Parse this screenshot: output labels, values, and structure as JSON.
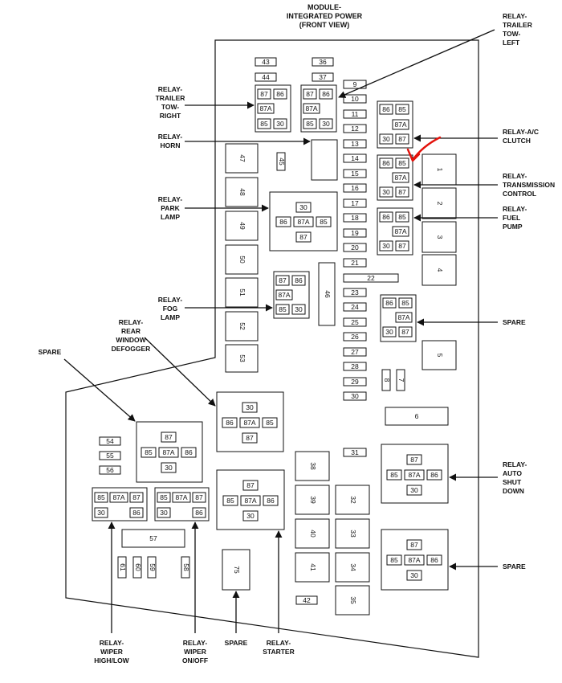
{
  "header": [
    "MODULE-",
    "INTEGRATED POWER",
    "(FRONT VIEW)"
  ],
  "colors": {
    "line": "#111111",
    "annotation": "#e3120b"
  },
  "small_fuses": [
    "43",
    "36",
    "44",
    "37",
    "9",
    "10",
    "11",
    "12",
    "13",
    "14",
    "15",
    "16",
    "17",
    "18",
    "19",
    "20",
    "21",
    "22",
    "23",
    "24",
    "25",
    "26",
    "27",
    "28",
    "29",
    "30",
    "31",
    "42",
    "54",
    "55",
    "56"
  ],
  "big_fuses": [
    "47",
    "48",
    "49",
    "50",
    "51",
    "52",
    "53",
    "1",
    "2",
    "3",
    "4",
    "5",
    "6",
    "45",
    "46",
    "57",
    "75",
    "38",
    "39",
    "40",
    "41",
    "32",
    "33",
    "34",
    "35"
  ],
  "rotated_small_fuses": [
    "8",
    "7",
    "61",
    "60",
    "59",
    "58"
  ],
  "relays": [
    {
      "id": "trailer_tow_right",
      "terminals": [
        "87",
        "86",
        "87A",
        "85",
        "30"
      ]
    },
    {
      "id": "trailer_tow_left",
      "terminals": [
        "87",
        "86",
        "87A",
        "85",
        "30"
      ]
    },
    {
      "id": "ac_clutch",
      "terminals": [
        "86",
        "85",
        "87A",
        "30",
        "87"
      ]
    },
    {
      "id": "transmission_control",
      "terminals": [
        "86",
        "85",
        "87A",
        "30",
        "87"
      ]
    },
    {
      "id": "fuel_pump",
      "terminals": [
        "86",
        "85",
        "87A",
        "30",
        "87"
      ]
    },
    {
      "id": "park_lamp",
      "terminals": [
        "30",
        "86",
        "87A",
        "85",
        "87"
      ]
    },
    {
      "id": "fog_lamp",
      "terminals": [
        "87",
        "86",
        "87A",
        "85",
        "30"
      ]
    },
    {
      "id": "spare_right",
      "terminals": [
        "86",
        "85",
        "87A",
        "30",
        "87"
      ]
    },
    {
      "id": "rear_window_defogger",
      "terminals": [
        "30",
        "86",
        "87A",
        "85",
        "87"
      ]
    },
    {
      "id": "spare_left",
      "terminals": [
        "87",
        "85",
        "87A",
        "86",
        "30"
      ]
    },
    {
      "id": "wiper_high_low",
      "terminals": [
        "85",
        "87A",
        "87",
        "30",
        "86"
      ]
    },
    {
      "id": "wiper_on_off",
      "terminals": [
        "85",
        "87A",
        "87",
        "30",
        "86"
      ]
    },
    {
      "id": "auto_shut_down",
      "terminals": [
        "87",
        "85",
        "87A",
        "86",
        "30"
      ]
    },
    {
      "id": "starter",
      "terminals": [
        "87",
        "85",
        "87A",
        "86",
        "30"
      ]
    },
    {
      "id": "spare_bottom_right",
      "terminals": [
        "87",
        "85",
        "87A",
        "86",
        "30"
      ]
    }
  ],
  "callouts": {
    "trailer_tow_right": [
      "RELAY-",
      "TRAILER",
      "TOW-",
      "RIGHT"
    ],
    "horn": [
      "RELAY-",
      "HORN"
    ],
    "park_lamp": [
      "RELAY-",
      "PARK",
      "LAMP"
    ],
    "fog_lamp": [
      "RELAY-",
      "FOG",
      "LAMP"
    ],
    "rear_window_defogger": [
      "RELAY-",
      "REAR",
      "WINDOW",
      "DEFOGGER"
    ],
    "spare_left": [
      "SPARE"
    ],
    "trailer_tow_left": [
      "RELAY-",
      "TRAILER",
      "TOW-",
      "LEFT"
    ],
    "ac_clutch": [
      "RELAY-A/C",
      "CLUTCH"
    ],
    "transmission_control": [
      "RELAY-",
      "TRANSMISSION",
      "CONTROL"
    ],
    "fuel_pump": [
      "RELAY-",
      "FUEL",
      "PUMP"
    ],
    "spare_right": [
      "SPARE"
    ],
    "auto_shut_down": [
      "RELAY-",
      "AUTO",
      "SHUT",
      "DOWN"
    ],
    "spare_bottom_right": [
      "SPARE"
    ],
    "wiper_high_low": [
      "RELAY-",
      "WIPER",
      "HIGH/LOW"
    ],
    "wiper_on_off": [
      "RELAY-",
      "WIPER",
      "ON/OFF"
    ],
    "spare_bottom": [
      "SPARE"
    ],
    "starter": [
      "RELAY-",
      "STARTER"
    ]
  }
}
